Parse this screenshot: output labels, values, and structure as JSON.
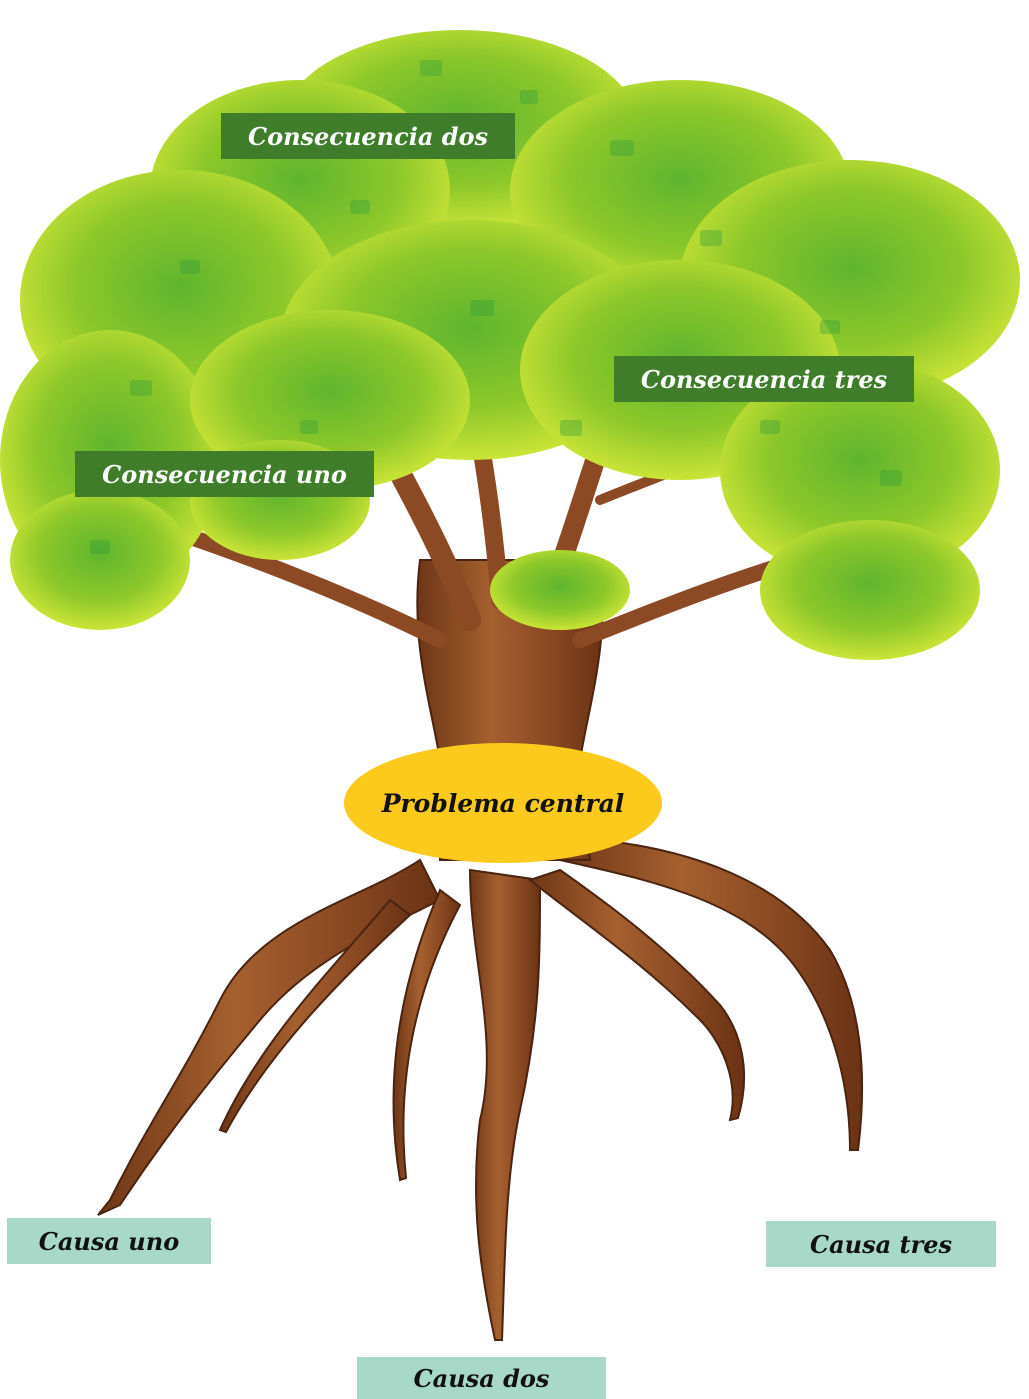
{
  "diagram": {
    "consequences": {
      "one": "Consecuencia uno",
      "two": "Consecuencia dos",
      "three": "Consecuencia tres"
    },
    "problem": "Problema central",
    "causes": {
      "one": "Causa uno",
      "two": "Causa dos",
      "three": "Causa tres"
    }
  },
  "colors": {
    "consequence_box": "#3f7d2a",
    "cause_box": "#a8d8c8",
    "problem_ellipse": "#fcca1c",
    "trunk": "#8b4a23",
    "leaves": "#9ccc2c"
  }
}
